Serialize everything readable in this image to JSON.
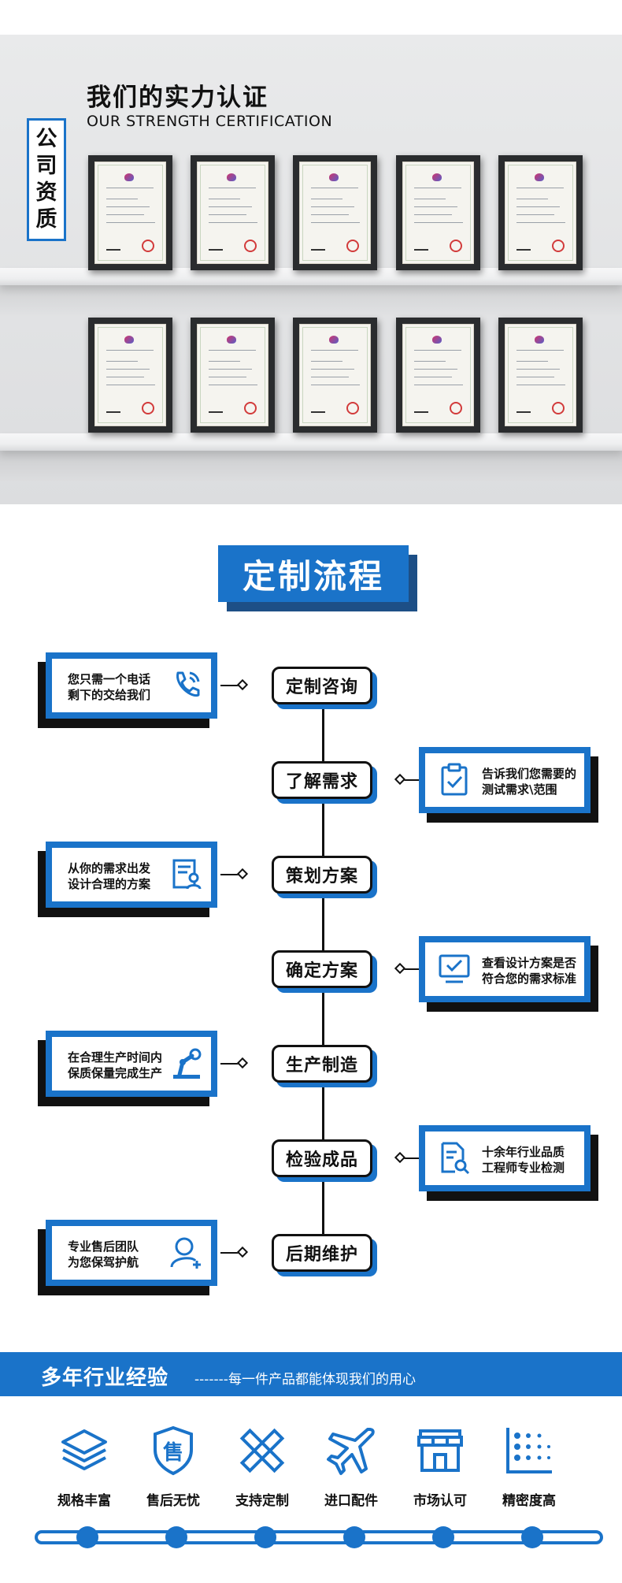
{
  "certification": {
    "title": "我们的实力认证",
    "subtitle": "OUR STRENGTH CERTIFICATION",
    "qualification_label": [
      "公",
      "司",
      "资",
      "质"
    ]
  },
  "process": {
    "banner": "定制流程",
    "steps": [
      {
        "label": "定制咨询",
        "card": "您只需一个电话\n剩下的交给我们",
        "icon": "phone-icon",
        "side": "left"
      },
      {
        "label": "了解需求",
        "card": "告诉我们您需要的\n测试需求\\范围",
        "icon": "clipboard-check-icon",
        "side": "right"
      },
      {
        "label": "策划方案",
        "card": "从你的需求出发\n设计合理的方案",
        "icon": "document-user-icon",
        "side": "left"
      },
      {
        "label": "确定方案",
        "card": "查看设计方案是否\n符合您的需求标准",
        "icon": "monitor-check-icon",
        "side": "right"
      },
      {
        "label": "生产制造",
        "card": "在合理生产时间内\n保质保量完成生产",
        "icon": "robot-arm-icon",
        "side": "left"
      },
      {
        "label": "检验成品",
        "card": "十余年行业品质\n工程师专业检测",
        "icon": "document-search-icon",
        "side": "right"
      },
      {
        "label": "后期维护",
        "card": "专业售后团队\n为您保驾护航",
        "icon": "user-add-icon",
        "side": "left"
      }
    ]
  },
  "experience": {
    "title": "多年行业经验",
    "subtitle": "-------每一件产品都能体现我们的用心",
    "features": [
      {
        "label": "规格丰富",
        "icon": "layers-icon"
      },
      {
        "label": "售后无忧",
        "icon": "shield-icon"
      },
      {
        "label": "支持定制",
        "icon": "ruler-pencil-icon"
      },
      {
        "label": "进口配件",
        "icon": "airplane-icon"
      },
      {
        "label": "市场认可",
        "icon": "store-icon"
      },
      {
        "label": "精密度高",
        "icon": "dot-grid-icon"
      }
    ]
  },
  "colors": {
    "accent": "#1a73c9",
    "dark": "#111111"
  }
}
